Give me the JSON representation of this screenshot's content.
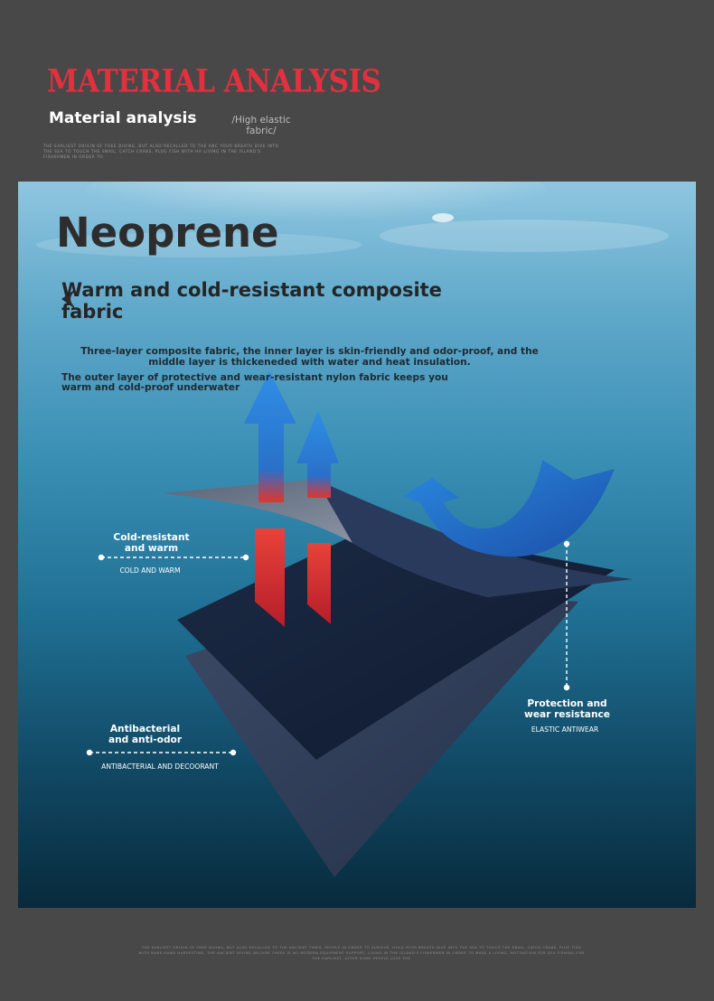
{
  "header": {
    "title": "MATERIAL ANALYSIS",
    "subtitle": "Material analysis",
    "tag": "/High elastic fabric/",
    "fine_print": "The earliest origin of free diving, but also recalled to the anc your breath dive into the sea to touch the snail, catch crabs, plug fish with ha living in the island's fishermen in order to"
  },
  "hero": {
    "heading": "Neoprene",
    "subheading": "Warm and cold-resistant composite fabric",
    "paragraph1": "Three-layer composite fabric, the inner layer is skin-friendly and odor-proof, and the middle layer is thickeneded with water and heat insulation.",
    "paragraph2": "The outer layer of protective and wear-resistant nylon fabric keeps you warm and cold-proof underwater"
  },
  "callouts": {
    "cold": {
      "title": "Cold-resistant and warm",
      "caption": "COLD AND WARM"
    },
    "protect": {
      "title": "Protection and wear resistance",
      "caption": "ELASTIC ANTIWEAR"
    },
    "anti": {
      "title": "Antibacterial and anti-odor",
      "caption": "ANTIBACTERIAL AND DECOORANT"
    }
  },
  "footer": {
    "fine_print": "The earliest origin of free diving, but also recalled to the ancient times, people in order to survive, hold your breath dive into the sea to touch the snail, catch crabs, plug fish with bare-hand harvesting, the ancient diving became there is no modern equipment support, living in the island's fishermen in order to make a living, motivation for sea fishing for the earliest, after some people love the"
  },
  "colors": {
    "background": "#484848",
    "title_red": "#e2303f",
    "arrow_red": "#e0352f",
    "arrow_blue": "#2b7fd4"
  },
  "icons": [
    "fish-icon",
    "warm-arrow-icon",
    "recycle-arrow-icon"
  ]
}
